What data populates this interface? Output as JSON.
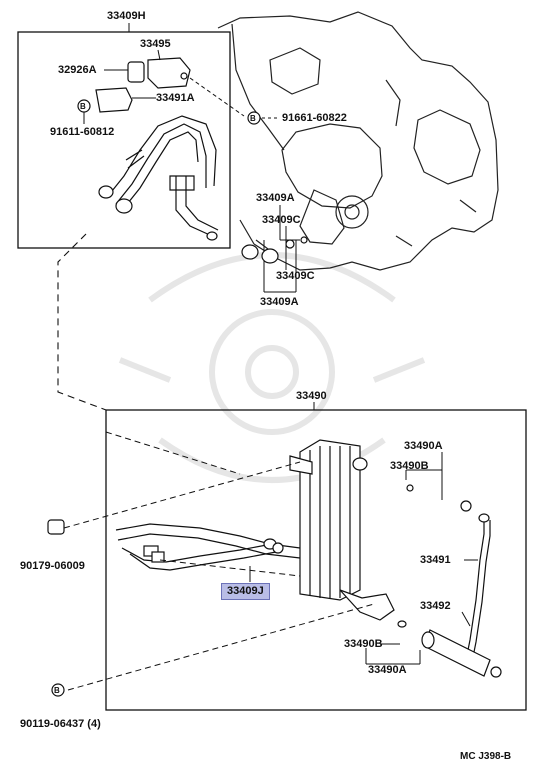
{
  "labels": {
    "p33409H": "33409H",
    "p33495": "33495",
    "p32926A": "32926A",
    "p33491A": "33491A",
    "p91611": "91611-60812",
    "p91661": "91661-60822",
    "p33409A_top": "33409A",
    "p33409C_top": "33409C",
    "p33409C_bot": "33409C",
    "p33409A_bot": "33409A",
    "p33490": "33490",
    "p33490A_top": "33490A",
    "p33490B_top": "33490B",
    "p33491": "33491",
    "p33492": "33492",
    "p33490B_bot": "33490B",
    "p33490A_bot": "33490A",
    "p33409J": "33409J",
    "p90179": "90179-06009",
    "p90119": "90119-06437 (4)"
  },
  "bolt_marker": "B",
  "diagram_code": "MC J398-B",
  "colors": {
    "highlight": "#b9bde6",
    "line": "#111111",
    "watermark": "#e4e4e4"
  }
}
